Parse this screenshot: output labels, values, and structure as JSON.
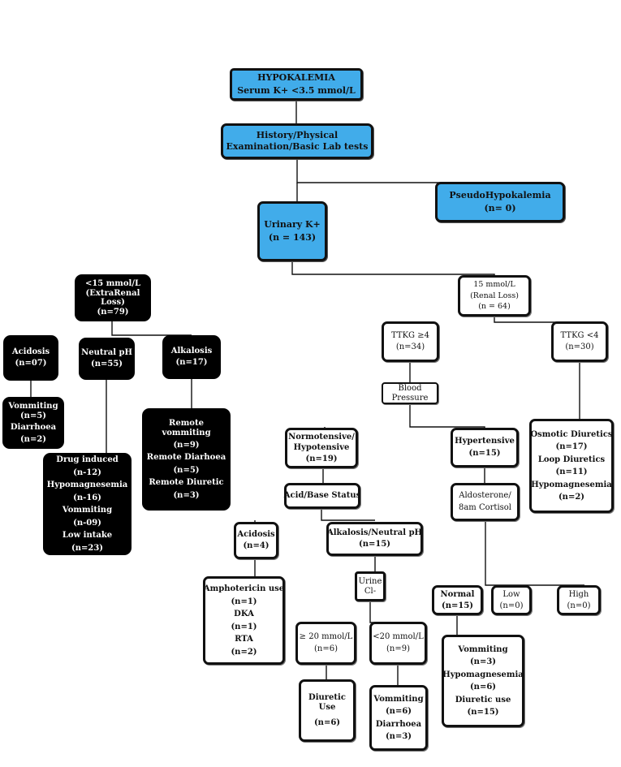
{
  "flowchart": {
    "root": {
      "title": "HYPOKALEMIA",
      "subtitle": "Serum K+ <3.5 mmol/L"
    },
    "history": {
      "line1": "History/Physical",
      "line2": "Examination/Basic Lab tests"
    },
    "pseudo": {
      "label": "PseudoHypokalemia",
      "count": "(n= 0)"
    },
    "urinary": {
      "label": "Urinary  K+",
      "count": "(n = 143)"
    },
    "extrarenal": {
      "line1": "<15 mmol/L",
      "line2": "(ExtraRenal",
      "line3": "Loss)",
      "count": "(n=79)"
    },
    "er_acidosis": {
      "label": "Acidosis",
      "count": "(n=07)"
    },
    "er_neutral": {
      "label": "Neutral pH",
      "count": "(n=55)"
    },
    "er_alkalosis": {
      "label": "Alkalosis",
      "count": "(n=17)"
    },
    "er_acidosis_causes": [
      "Vommiting",
      "(n=5)",
      "Diarrhoea",
      "(n=2)"
    ],
    "er_neutral_causes": [
      "Drug induced",
      "(n-12)",
      "Hypomagnesemia",
      "(n-16)",
      "Vommiting",
      "(n-09)",
      "Low intake",
      "(n=23)"
    ],
    "er_alkalosis_causes": [
      "Remote",
      "vommiting",
      "(n=9)",
      "Remote Diarhoea",
      "(n=5)",
      "Remote Diuretic",
      "(n=3)"
    ],
    "renal": {
      "line1": "15 mmol/L",
      "line2": "(Renal Loss)",
      "count": "(n = 64)"
    },
    "ttkg_high": {
      "label": "TTKG ≥4",
      "count": "(n=34)"
    },
    "ttkg_low": {
      "label": "TTKG <4",
      "count": "(n=30)"
    },
    "ttkg_low_causes": [
      "Osmotic Diuretics",
      "(n=17)",
      "Loop Diuretics",
      "(n=11)",
      "Hypomagnesemia",
      "(n=2)"
    ],
    "bp": {
      "line1": "Blood",
      "line2": "Pressure"
    },
    "normotensive": {
      "line1": "Normotensive/",
      "line2": "Hypotensive",
      "count": "(n=19)"
    },
    "hypertensive": {
      "label": "Hypertensive",
      "count": "(n=15)"
    },
    "acid_base": {
      "label": "Acid/Base Status"
    },
    "aldosterone": {
      "line1": "Aldosterone/",
      "line2": "8am Cortisol"
    },
    "r_acidosis": {
      "label": "Acidosis",
      "count": "(n=4)"
    },
    "r_alkalosis": {
      "label": "Alkalosis/Neutral pH",
      "count": "(n=15)"
    },
    "r_acidosis_causes": [
      "Amphotericin use",
      "(n=1)",
      "DKA",
      "(n=1)",
      "RTA",
      "(n=2)"
    ],
    "urine_cl": {
      "line1": "Urine",
      "line2": "Cl-"
    },
    "cl_high": {
      "label": "≥ 20 mmol/L",
      "count": "(n=6)"
    },
    "cl_low": {
      "label": "<20 mmol/L",
      "count": "(n=9)"
    },
    "cl_high_causes": [
      "Diuretic",
      "Use",
      "(n=6)"
    ],
    "cl_low_causes": [
      "Vommiting",
      "(n=6)",
      "Diarrhoea",
      "(n=3)"
    ],
    "aldo_normal": {
      "label": "Normal",
      "count": "(n=15)"
    },
    "aldo_low": {
      "label": "Low",
      "count": "(n=0)"
    },
    "aldo_high": {
      "label": "High",
      "count": "(n=0)"
    },
    "aldo_normal_causes": [
      "Vommiting",
      "(n=3)",
      "Hypomagnesemia",
      "(n=6)",
      "Diuretic use",
      "(n=15)"
    ]
  },
  "colors": {
    "primary_node": "#41acea",
    "extrarenal_node": "#000000",
    "renal_node": "#ffffff",
    "connector": "#111111"
  }
}
